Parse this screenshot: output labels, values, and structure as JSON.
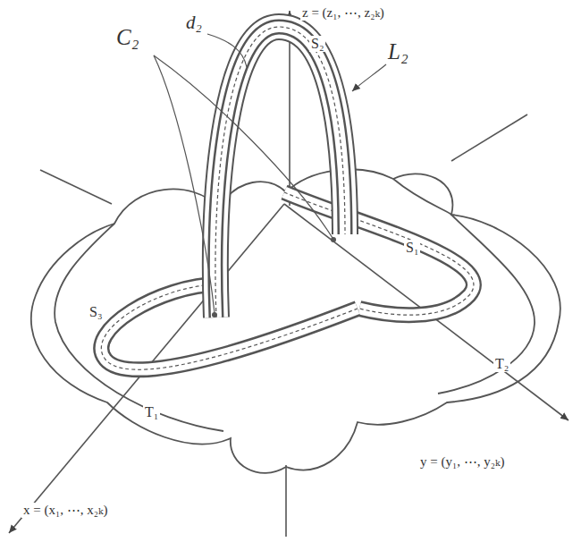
{
  "diagram": {
    "labels": [
      "z = (z₁, ⋯, z₂ₖ)",
      "d₂",
      "C₂",
      "S₂",
      "L₂",
      "S₁",
      "S₃",
      "T₁",
      "T₂",
      "x = (x₁, ⋯, x₂ₖ)",
      "y = (y₁, ⋯, y₂ₖ)"
    ]
  }
}
